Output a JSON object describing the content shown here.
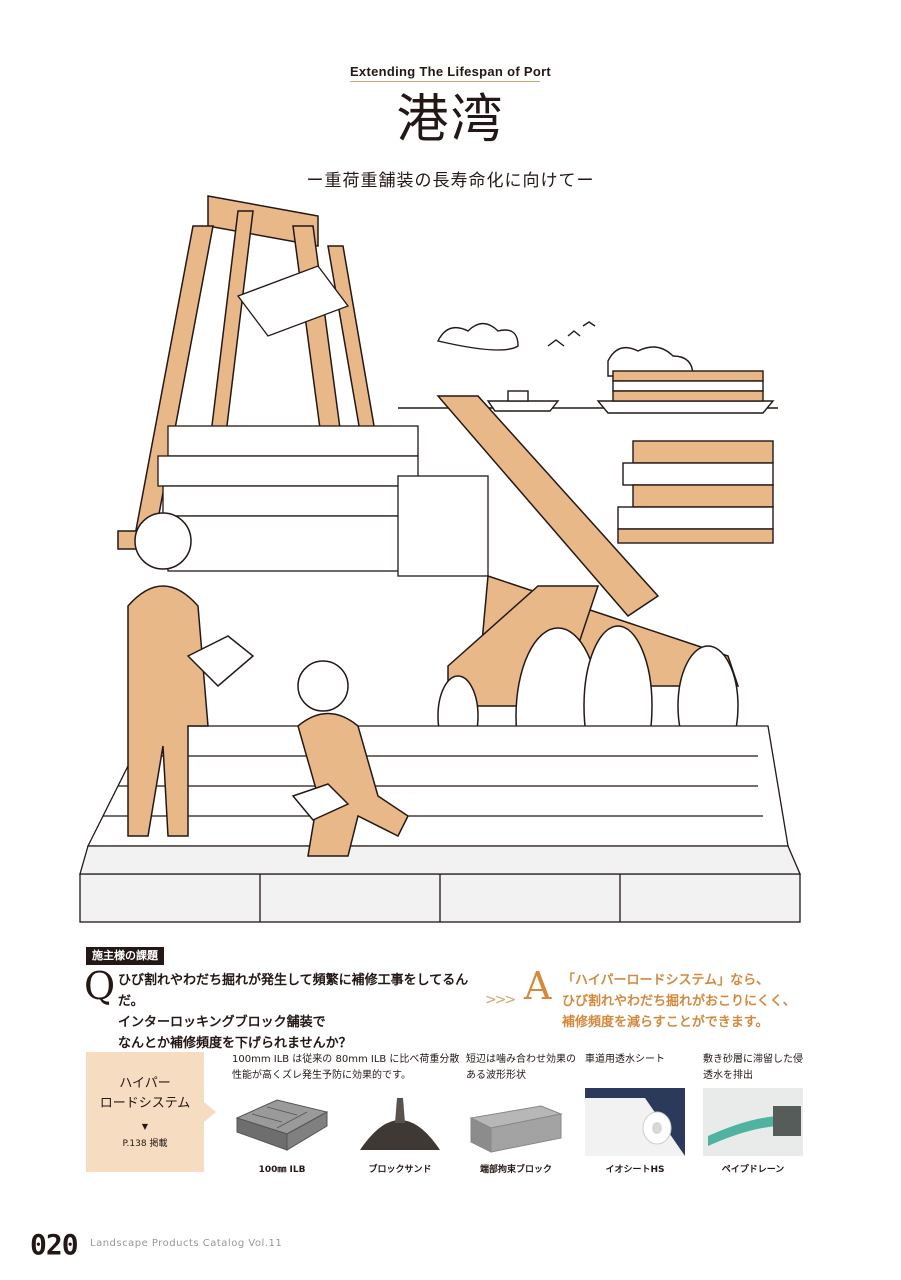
{
  "header": {
    "kicker": "Extending The Lifespan of Port",
    "title": "港湾",
    "subtitle": "ー重荷重舗装の長寿命化に向けてー"
  },
  "colors": {
    "accent": "#d48a3e",
    "beige": "#e8b888",
    "box": "#f6dcc0",
    "ink": "#231815"
  },
  "qa": {
    "tag": "施主様の課題",
    "q_letter": "Q",
    "q_lines": [
      "ひび割れやわだち掘れが発生して頻繁に補修工事をしてるんだ。",
      "インターロッキングブロック舗装で",
      "なんとか補修頻度を下げられませんか？"
    ],
    "arrows": ">>>",
    "a_letter": "A",
    "a_lines": [
      "「ハイパーロードシステム」なら、",
      "ひび割れやわだち掘れがおこりにくく、",
      "補修頻度を減らすことができます。"
    ]
  },
  "system": {
    "name_lines": [
      "ハイパー",
      "ロードシステム"
    ],
    "triangle": "▼",
    "ref": "P.138 掲載"
  },
  "components": [
    {
      "desc": [
        "100mm ILB は従来の 80mm ILB に比べ荷重分散",
        "性能が高くズレ発生予防に効果的です。"
      ],
      "caption": "100㎜ ILB"
    },
    {
      "desc": [],
      "caption": "ブロックサンド"
    },
    {
      "desc": [
        "短辺は噛み合わせ効果の",
        "ある波形形状"
      ],
      "caption": "端部拘束ブロック"
    },
    {
      "desc": [
        "車道用透水シート"
      ],
      "caption": "イオシートHS"
    },
    {
      "desc": [
        "敷き砂層に滞留した侵",
        "透水を排出"
      ],
      "caption": "ペイプドレーン"
    }
  ],
  "footer": {
    "page_number": "020",
    "catalog": "Landscape Products Catalog Vol.11"
  }
}
